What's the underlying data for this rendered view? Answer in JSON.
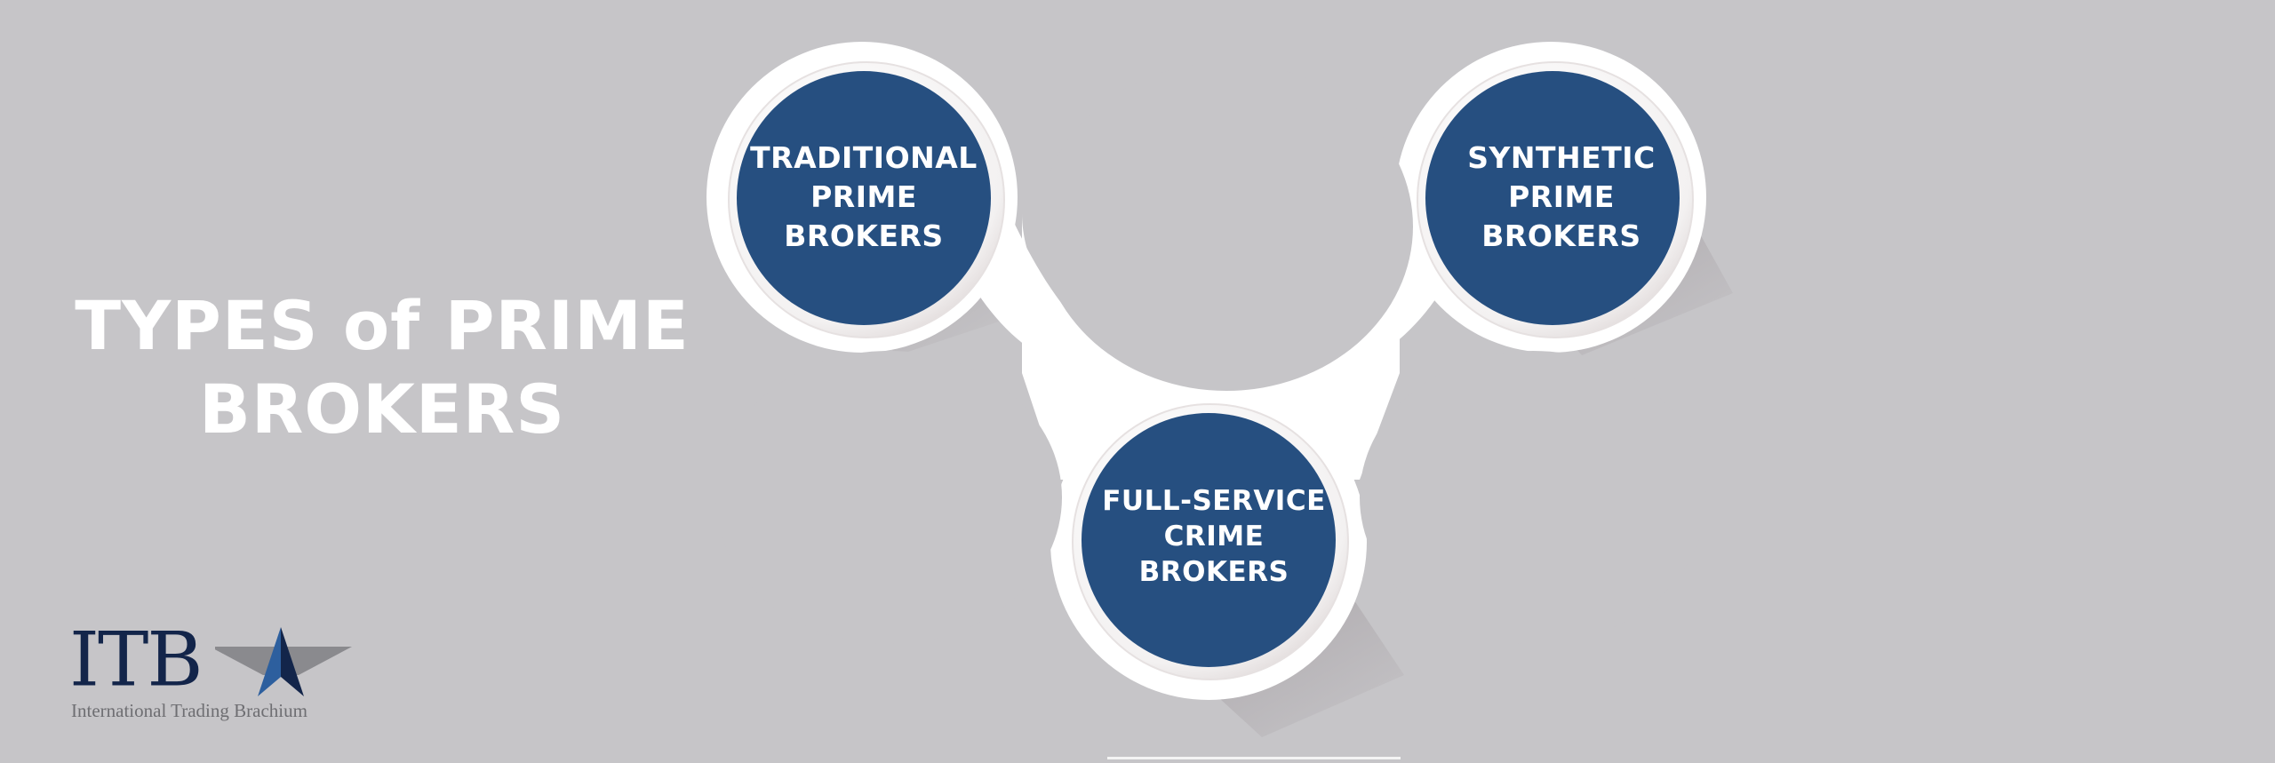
{
  "title": {
    "lines": [
      "TYPES of PRIME",
      "BROKERS"
    ]
  },
  "nodes": [
    {
      "id": "traditional",
      "lines": [
        "TRADITIONAL",
        "PRIME",
        "BROKERS"
      ]
    },
    {
      "id": "synthetic",
      "lines": [
        "SYNTHETIC",
        "PRIME",
        "BROKERS"
      ]
    },
    {
      "id": "full-service",
      "lines": [
        "FULL-SERVICE",
        "CRIME",
        "BROKERS"
      ]
    }
  ],
  "logo": {
    "wordmark": "ITB",
    "tagline": "International Trading Brachium",
    "icon": "star-icon"
  },
  "colors": {
    "background": "#c6c5c8",
    "node_fill": "#264f80",
    "node_ring": "#ffffff",
    "connector": "#ffffff",
    "title_text": "#ffffff",
    "logo_navy": "#13254a",
    "logo_blue": "#2d5f9e",
    "logo_gray": "#8a8a8e"
  }
}
